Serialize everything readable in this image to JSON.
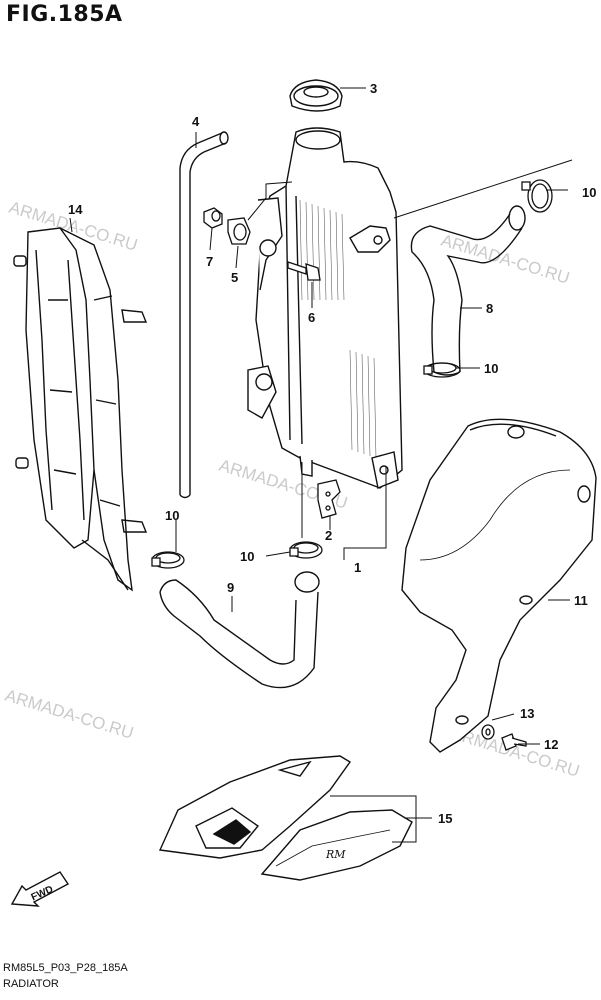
{
  "figure": {
    "title": "FIG.185A"
  },
  "footer": {
    "code": "RM85L5_P03_P28_185A",
    "caption": "RADIATOR"
  },
  "watermark": {
    "text": "ARMADA-CO.RU",
    "color": "#b9b9b9"
  },
  "fwd_label": "FWD",
  "callouts": [
    {
      "id": "n1",
      "text": "1"
    },
    {
      "id": "n2",
      "text": "2"
    },
    {
      "id": "n3",
      "text": "3"
    },
    {
      "id": "n4",
      "text": "4"
    },
    {
      "id": "n5",
      "text": "5"
    },
    {
      "id": "n6",
      "text": "6"
    },
    {
      "id": "n7",
      "text": "7"
    },
    {
      "id": "n8",
      "text": "8"
    },
    {
      "id": "n9",
      "text": "9"
    },
    {
      "id": "n10a",
      "text": "10"
    },
    {
      "id": "n10b",
      "text": "10"
    },
    {
      "id": "n10c",
      "text": "10"
    },
    {
      "id": "n10d",
      "text": "10"
    },
    {
      "id": "n11",
      "text": "11"
    },
    {
      "id": "n12",
      "text": "12"
    },
    {
      "id": "n13",
      "text": "13"
    },
    {
      "id": "n14",
      "text": "14"
    },
    {
      "id": "n15",
      "text": "15"
    }
  ],
  "parts": [
    {
      "no": "1",
      "name": "radiator"
    },
    {
      "no": "2",
      "name": "bracket"
    },
    {
      "no": "3",
      "name": "radiator-cap"
    },
    {
      "no": "4",
      "name": "breather-hose"
    },
    {
      "no": "5",
      "name": "cushion"
    },
    {
      "no": "6",
      "name": "bolt"
    },
    {
      "no": "7",
      "name": "collar"
    },
    {
      "no": "8",
      "name": "upper-hose"
    },
    {
      "no": "9",
      "name": "lower-hose"
    },
    {
      "no": "10",
      "name": "clamp"
    },
    {
      "no": "11",
      "name": "radiator-cover"
    },
    {
      "no": "12",
      "name": "screw"
    },
    {
      "no": "13",
      "name": "washer"
    },
    {
      "no": "14",
      "name": "radiator-guard"
    },
    {
      "no": "15",
      "name": "emblem"
    }
  ]
}
